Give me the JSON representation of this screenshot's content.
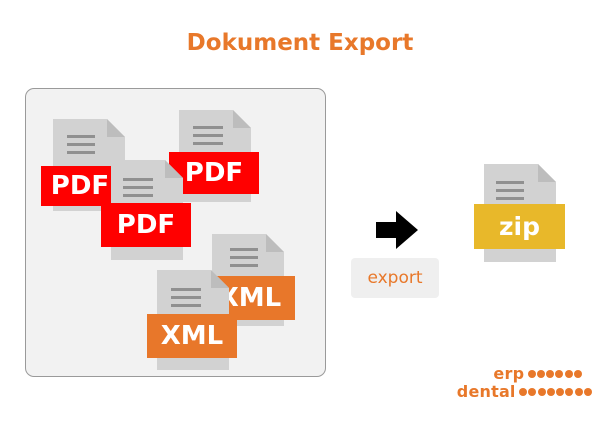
{
  "title": "Dokument Export",
  "documents": [
    {
      "format": "PDF",
      "color": "#ff0000"
    },
    {
      "format": "PDF",
      "color": "#ff0000"
    },
    {
      "format": "PDF",
      "color": "#ff0000"
    },
    {
      "format": "XML",
      "color": "#e8772a"
    },
    {
      "format": "XML",
      "color": "#e8772a"
    }
  ],
  "output": {
    "format": "zip",
    "color": "#e8b82a"
  },
  "export_button": {
    "label": "export"
  },
  "logo": {
    "line1": "erp",
    "line2": "dental",
    "color": "#e8782a"
  },
  "colors": {
    "accent": "#e8782a",
    "file_gray": "#d2d2d2",
    "file_fold": "#bdbdbd"
  }
}
